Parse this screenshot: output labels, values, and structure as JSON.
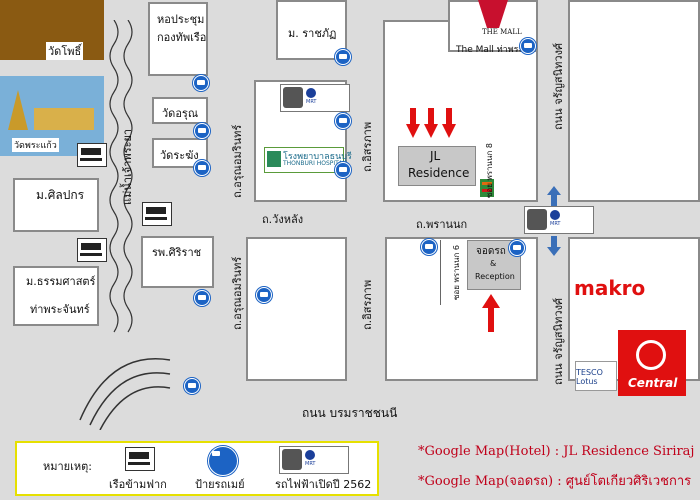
{
  "landmarks": {
    "wat_pho": "วัดโพธิ์",
    "wat_phrakaew": "วัดพระแก้ว",
    "silpakorn": "ม.ศิลปกร",
    "thammasat_line1": "ม.ธรรมศาสตร์",
    "thammasat_line2": "ท่าพระจันทร์",
    "navy_hall_line1": "หอประชุม",
    "navy_hall_line2": "กองทัพเรือ",
    "wat_arun": "วัดอรุณ",
    "wat_rakang": "วัดระฆัง",
    "siriraj": "รพ.ศิริราช",
    "rajabhat": "ม. ราชภัฏ",
    "thonburi_hospital_th": "โรงพยาบาลธนบุรี",
    "thonburi_hospital_en": "THONBURI HOSPITAL",
    "the_mall_logo": "THE MALL",
    "the_mall": "The Mall ท่าพระ",
    "makro": "makro",
    "tesco": "TESCO Lotus",
    "central": "Central"
  },
  "hotel": {
    "name_line1": "JL",
    "name_line2": "Residence",
    "parking_line1": "จอดรถ",
    "parking_line2": "&",
    "parking_line3": "Reception"
  },
  "roads": {
    "river": "แม่น้ำเจ้าพระยา",
    "arun_amarin_upper": "ถ.อรุณอมรินทร์",
    "arun_amarin_lower": "ถ.อรุณอมรินทร์",
    "wang_lang": "ถ.วังหลัง",
    "itsaraphap_upper": "ถ.อิสรภาพ",
    "itsaraphap_lower": "ถ.อิสรภาพ",
    "phran_nok": "ถ.พรานนก",
    "soi_8": "ซอย พรานนก 8",
    "soi_6": "ซอย พรานนก 6",
    "charan_upper": "ถนน จรัญสนิทวงศ์",
    "charan_lower": "ถนน จรัญสนิทวงศ์",
    "borommaratchachonnani": "ถนน บรมราชชนนี"
  },
  "legend": {
    "title": "หมายเหตุ:",
    "boat": "เรือข้ามฟาก",
    "bus": "ป้ายรถเมย์",
    "mrt": "รถไฟฟ้าเปิดปี 2562",
    "mrt_small": "MRT"
  },
  "notes": {
    "hotel_map": "*Google Map(Hotel) :  JL Residence Siriraj",
    "parking_map": "*Google Map(จอดรถ) :  ศูนย์โตเกียวศิริเวชการ"
  },
  "colors": {
    "background": "#dcdcdc",
    "block": "#ffffff",
    "arrow": "#e01010",
    "bus": "#1c63c4",
    "note_text": "#c0001a",
    "legend_border": "#e6e000"
  }
}
